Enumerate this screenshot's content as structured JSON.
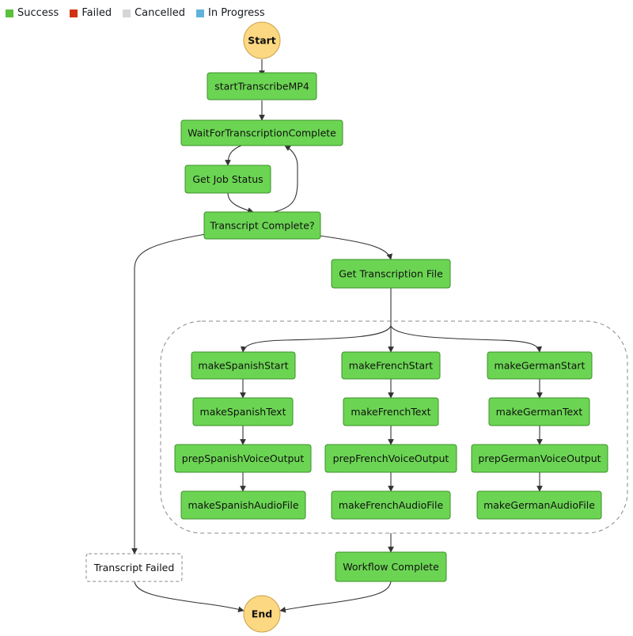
{
  "legend": [
    {
      "label": "Success",
      "color": "#59c13c"
    },
    {
      "label": "Failed",
      "color": "#d13212"
    },
    {
      "label": "Cancelled",
      "color": "#d5d5d5"
    },
    {
      "label": "In Progress",
      "color": "#5fb3d9"
    }
  ],
  "colors": {
    "success_fill": "#6bd553",
    "success_stroke": "#3c8f2a",
    "terminal_fill": "#fcd882",
    "terminal_stroke": "#c9a14a",
    "not_run_fill": "#ffffff",
    "not_run_stroke": "#888888",
    "edge": "#333333"
  },
  "nodes": {
    "start": "Start",
    "start_transcribe": "startTranscribeMP4",
    "wait_for_transcription": "WaitForTranscriptionComplete",
    "get_job_status": "Get Job Status",
    "transcript_complete": "Transcript Complete?",
    "get_transcription_file": "Get Transcription File",
    "make_spanish_start": "makeSpanishStart",
    "make_spanish_text": "makeSpanishText",
    "prep_spanish_voice": "prepSpanishVoiceOutput",
    "make_spanish_audio": "makeSpanishAudioFile",
    "make_french_start": "makeFrenchStart",
    "make_french_text": "makeFrenchText",
    "prep_french_voice": "prepFrenchVoiceOutput",
    "make_french_audio": "makeFrenchAudioFile",
    "make_german_start": "makeGermanStart",
    "make_german_text": "makeGermanText",
    "prep_german_voice": "prepGermanVoiceOutput",
    "make_german_audio": "makeGermanAudioFile",
    "transcript_failed": "Transcript Failed",
    "workflow_complete": "Workflow Complete",
    "end": "End"
  }
}
